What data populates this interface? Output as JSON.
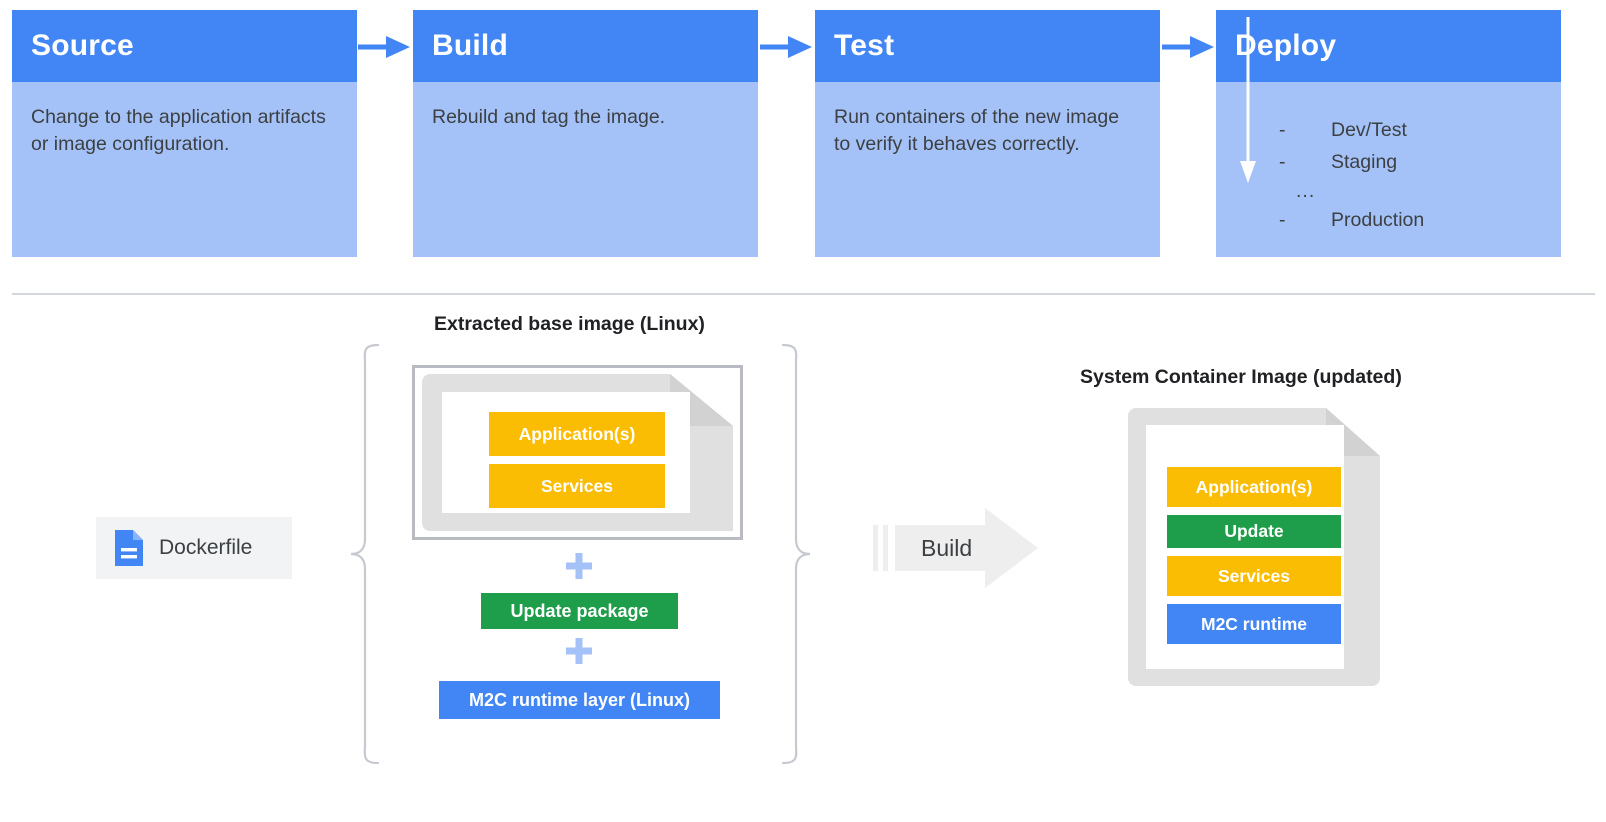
{
  "pipeline": {
    "cards": [
      {
        "title": "Source",
        "body": "Change to the application artifacts or image configuration."
      },
      {
        "title": "Build",
        "body": "Rebuild and tag the image."
      },
      {
        "title": "Test",
        "body": "Run containers of the new image to verify it behaves correctly."
      },
      {
        "title": "Deploy",
        "body": ""
      }
    ],
    "deploy_items": [
      {
        "dash": "-",
        "label": "Dev/Test"
      },
      {
        "dash": "-",
        "label": "Staging"
      },
      {
        "dash": "",
        "label": "..."
      },
      {
        "dash": "-",
        "label": "Production"
      }
    ],
    "arrow_icon": "arrow-right-icon",
    "deploy_flow_icon": "arrow-down-icon"
  },
  "build_flow": {
    "source_label": "Extracted base image (Linux)",
    "result_label": "System Container Image (updated)",
    "dockerfile_label": "Dockerfile",
    "dockerfile_icon": "file-document-icon",
    "build_label": "Build",
    "build_arrow_icon": "arrow-right-thick-icon",
    "plus_icon": "plus-icon",
    "base_layers": [
      {
        "label": "Application(s)",
        "color": "#fbbc04"
      },
      {
        "label": "Services",
        "color": "#fbbc04"
      }
    ],
    "added_layers": [
      {
        "label": "Update package",
        "color": "#1e9e4a"
      },
      {
        "label": "M2C runtime layer (Linux)",
        "color": "#4285f4"
      }
    ],
    "result_layers": [
      {
        "label": "Application(s)",
        "color": "#fbbc04"
      },
      {
        "label": "Update",
        "color": "#1e9e4a"
      },
      {
        "label": "Services",
        "color": "#fbbc04"
      },
      {
        "label": "M2C runtime",
        "color": "#4285f4"
      }
    ]
  },
  "colors": {
    "header_blue": "#4285f4",
    "body_blue": "#a4c2f7",
    "yellow": "#fbbc04",
    "green": "#1e9e4a",
    "blue": "#4285f4",
    "gray_border": "#b8bcc2",
    "gray_doc": "#e0e0e0",
    "text_dark": "#3c4043",
    "divider": "#d3d6db"
  }
}
